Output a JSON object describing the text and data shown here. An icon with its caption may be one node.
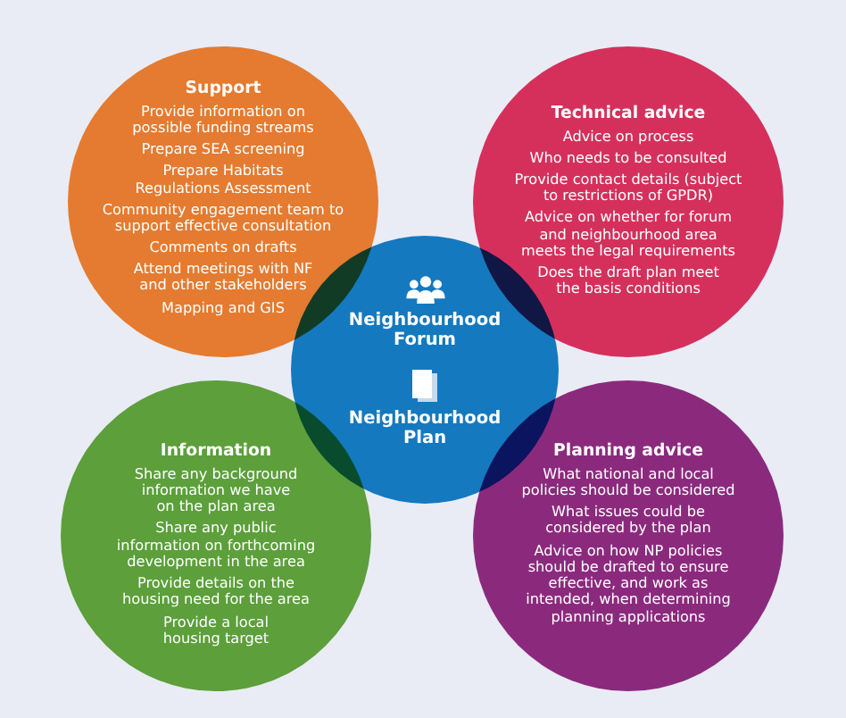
{
  "diagram": {
    "nodes": [
      {
        "text": [
          "Support",
          "Provide information on possible funding streams",
          "Prepare SEA screening",
          "Prepare Habitats Regulations Assessment",
          "Community engagement team to support effective consultation",
          "Comments on drafts",
          "Attend meetings with NF and other stakeholders",
          "Mapping and GIS"
        ]
      },
      {
        "text": [
          "Technical advice",
          "Advice on process",
          "Who needs to be consulted",
          "Provide contact details (subject to restrictions of GPDR)",
          "Advice on whether for forum and neighbourhood area meets the legal requirements",
          "Does the draft plan meet the basis conditions"
        ]
      },
      {
        "text": [
          "Neighbourhood Forum",
          "Neighbourhood Plan"
        ]
      },
      {
        "text": [
          "Information",
          "Share any background information we have on the plan area",
          "Share any public information on forthcoming development in the area",
          "Provide details on the housing need for the area",
          "Provide a local housing target"
        ]
      },
      {
        "text": [
          "Planning advice",
          "What national and local policies should be considered",
          "What issues could be considered by the plan",
          "Advice on how NP policies should be drafted to ensure effective, and work as intended, when determining planning applications"
        ]
      }
    ]
  }
}
